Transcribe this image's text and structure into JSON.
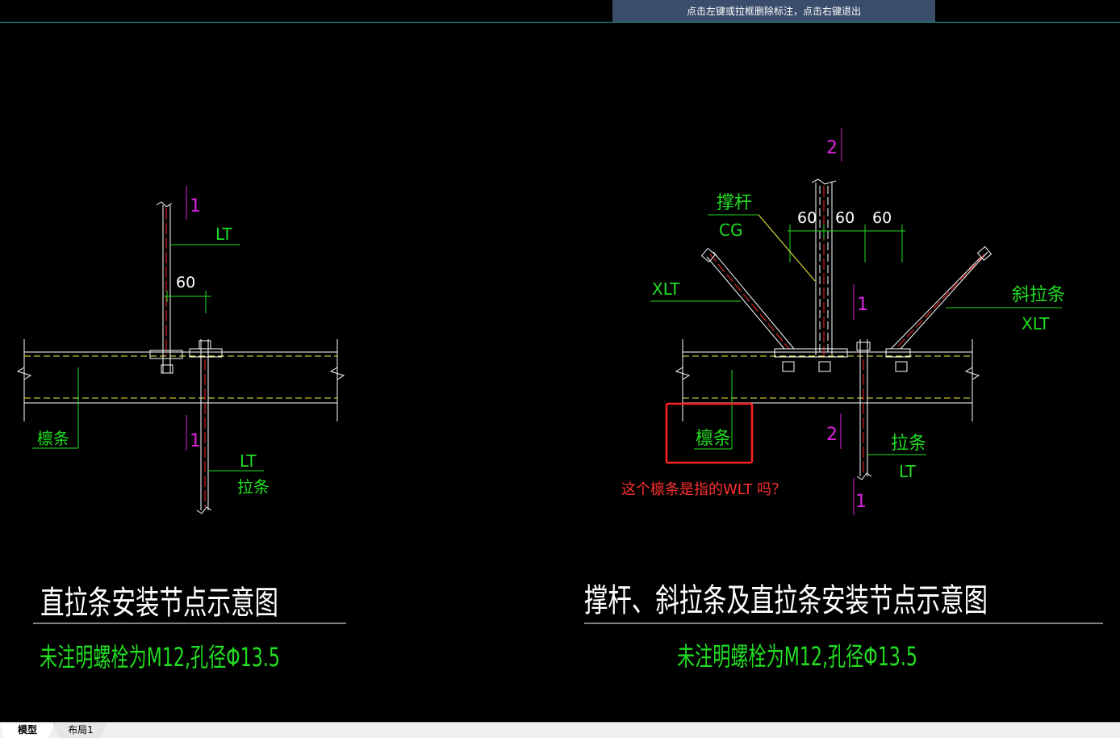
{
  "hint": {
    "text": "点击左键或拉框删除标注，点击右键退出"
  },
  "tabs": [
    {
      "label": "模型"
    },
    {
      "label": "布局1"
    }
  ],
  "left_drawing": {
    "section_top": "1",
    "section_bottom": "1",
    "lt_top": "LT",
    "dim": "60",
    "purlin": "檩条",
    "lt_bottom": "LT",
    "tie": "拉条",
    "title": "直拉条安装节点示意图",
    "note": "未注明螺栓为M12,孔径Φ13.5"
  },
  "right_drawing": {
    "section_top": "2",
    "strut": "撑杆",
    "cg": "CG",
    "dim_1": "60",
    "dim_2": "60",
    "dim_3": "60",
    "xlt_left": "XLT",
    "diag_tie": "斜拉条",
    "xlt_right": "XLT",
    "section_mid": "1",
    "section_lower": "2",
    "purlin": "檩条",
    "tie": "拉条",
    "lt": "LT",
    "section_bottom": "1",
    "question": "这个檩条是指的WLT 吗？",
    "title": "撑杆、斜拉条及直拉条安装节点示意图",
    "note": "未注明螺栓为M12,孔径Φ13.5"
  },
  "colors": {
    "background": "#000000",
    "green": "#22dd22",
    "magenta": "#dd22dd",
    "yellow": "#eeee44",
    "white": "#ffffff",
    "red": "#ff2222",
    "annotation_red": "#ff3030",
    "hint_bg": "#3a4d6b"
  }
}
